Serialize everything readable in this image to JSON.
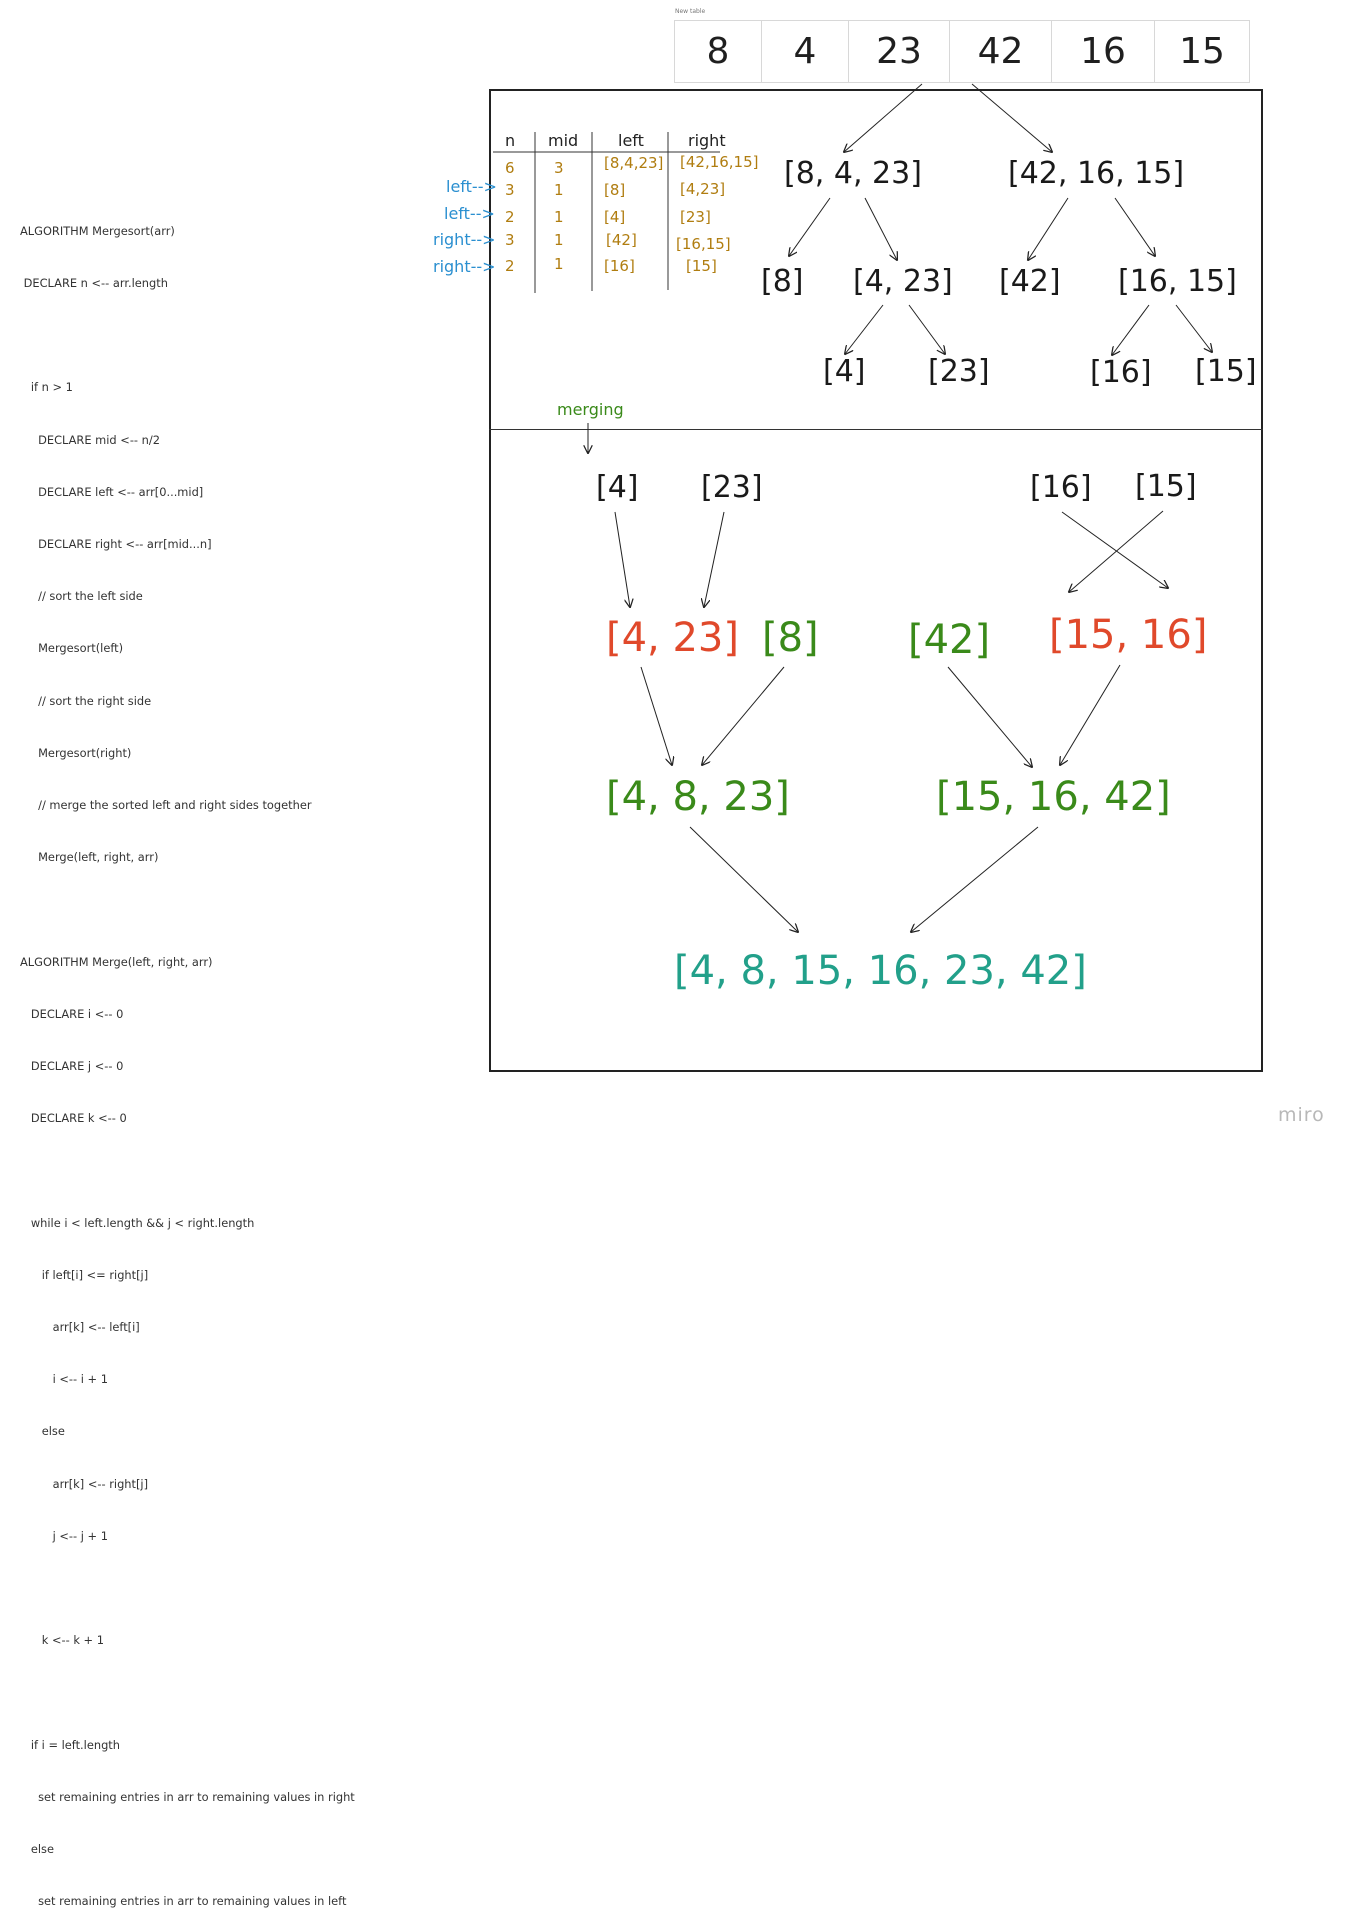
{
  "pseudocode": [
    "ALGORITHM Mergesort(arr)",
    " DECLARE n <-- arr.length",
    "",
    "   if n > 1",
    "     DECLARE mid <-- n/2",
    "     DECLARE left <-- arr[0...mid]",
    "     DECLARE right <-- arr[mid...n]",
    "     // sort the left side",
    "     Mergesort(left)",
    "     // sort the right side",
    "     Mergesort(right)",
    "     // merge the sorted left and right sides together",
    "     Merge(left, right, arr)",
    "",
    "ALGORITHM Merge(left, right, arr)",
    "   DECLARE i <-- 0",
    "   DECLARE j <-- 0",
    "   DECLARE k <-- 0",
    "",
    "   while i < left.length && j < right.length",
    "      if left[i] <= right[j]",
    "         arr[k] <-- left[i]",
    "         i <-- i + 1",
    "      else",
    "         arr[k] <-- right[j]",
    "         j <-- j + 1",
    "",
    "      k <-- k + 1",
    "",
    "   if i = left.length",
    "     set remaining entries in arr to remaining values in right",
    "   else",
    "     set remaining entries in arr to remaining values in left"
  ],
  "new_table": {
    "title": "New table",
    "values": [
      "8",
      "4",
      "23",
      "42",
      "16",
      "15"
    ]
  },
  "trace_table": {
    "headers": [
      "n",
      "mid",
      "left",
      "right"
    ],
    "rows": [
      {
        "label": "",
        "n": "6",
        "mid": "3",
        "left": "[8,4,23]",
        "right": "[42,16,15]"
      },
      {
        "label": "left-->",
        "n": "3",
        "mid": "1",
        "left": "[8]",
        "right": "[4,23]"
      },
      {
        "label": "left-->",
        "n": "2",
        "mid": "1",
        "left": "[4]",
        "right": "[23]"
      },
      {
        "label": "right-->",
        "n": "3",
        "mid": "1",
        "left": "[42]",
        "right": "[16,15]"
      },
      {
        "label": "right-->",
        "n": "2",
        "mid": "1",
        "left": "[16]",
        "right": "[15]"
      }
    ]
  },
  "split_tree": {
    "level1": [
      "[8, 4, 23]",
      "[42, 16, 15]"
    ],
    "level2": [
      "[8]",
      "[4, 23]",
      "[42]",
      "[16, 15]"
    ],
    "level3": [
      "[4]",
      "[23]",
      "[16]",
      "[15]"
    ]
  },
  "merge_section": {
    "label": "merging",
    "singles": [
      "[4]",
      "[23]",
      "[16]",
      "[15]"
    ],
    "pairs": [
      "[4, 23]",
      "[8]",
      "[42]",
      "[15, 16]"
    ],
    "triples": [
      "[4, 8, 23]",
      "[15, 16, 42]"
    ],
    "result": "[4, 8, 15, 16, 23, 42]"
  },
  "colors": {
    "merged_pair": "#e0492b",
    "sorted": "#3a8a1a",
    "final": "#22a08a",
    "arrow_label": "#2a8fd0",
    "table_values": "#b07d10"
  },
  "watermark": "miro"
}
